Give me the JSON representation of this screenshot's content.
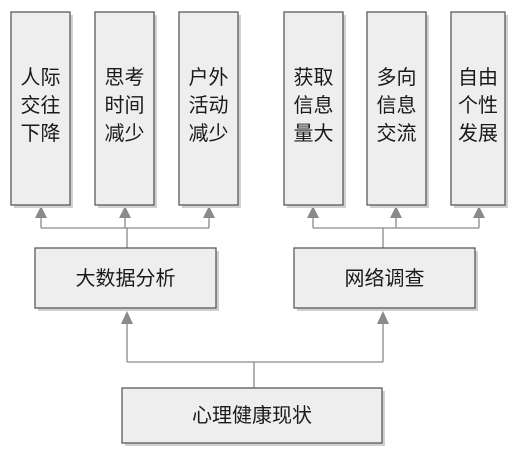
{
  "root": {
    "label": "心理健康现状"
  },
  "methods": [
    {
      "label": "大数据分析"
    },
    {
      "label": "网络调查"
    }
  ],
  "outcomes": [
    {
      "lines": [
        "人际",
        "交往",
        "下降"
      ]
    },
    {
      "lines": [
        "思考",
        "时间",
        "减少"
      ]
    },
    {
      "lines": [
        "户外",
        "活动",
        "减少"
      ]
    },
    {
      "lines": [
        "获取",
        "信息",
        "量大"
      ]
    },
    {
      "lines": [
        "多向",
        "信息",
        "交流"
      ]
    },
    {
      "lines": [
        "自由",
        "个性",
        "发展"
      ]
    }
  ]
}
